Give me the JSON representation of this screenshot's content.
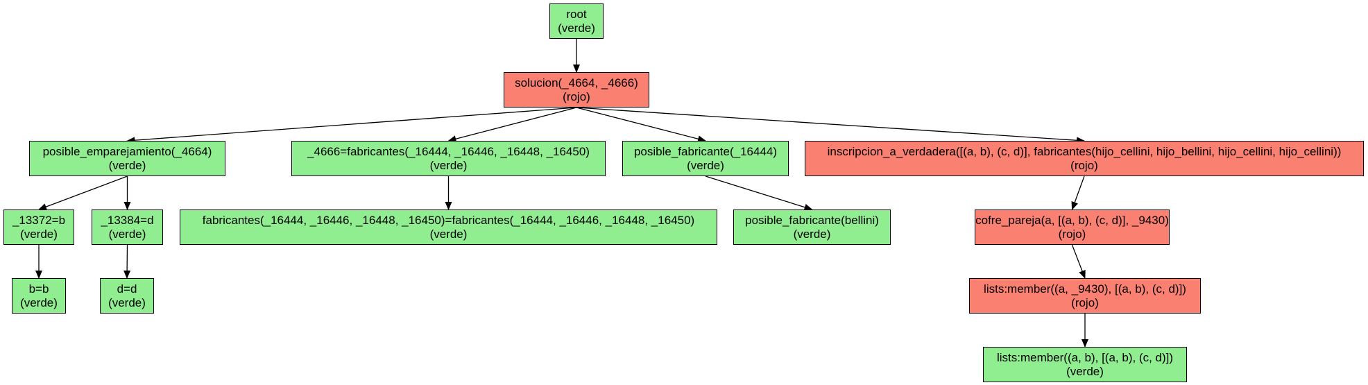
{
  "colors": {
    "verde": "#90ee90",
    "rojo": "#fa8072",
    "edge": "#000000"
  },
  "nodes": [
    {
      "id": "n0",
      "label": "root",
      "status": "(verde)"
    },
    {
      "id": "n1",
      "label": "solucion(_4664, _4666)",
      "status": "(rojo)"
    },
    {
      "id": "n2",
      "label": "posible_emparejamiento(_4664)",
      "status": "(verde)"
    },
    {
      "id": "n3",
      "label": "_4666=fabricantes(_16444, _16446, _16448, _16450)",
      "status": "(verde)"
    },
    {
      "id": "n4",
      "label": "posible_fabricante(_16444)",
      "status": "(verde)"
    },
    {
      "id": "n5",
      "label": "inscripcion_a_verdadera([(a, b), (c, d)], fabricantes(hijo_cellini, hijo_bellini, hijo_cellini, hijo_cellini))",
      "status": "(rojo)"
    },
    {
      "id": "n6",
      "label": "_13372=b",
      "status": "(verde)"
    },
    {
      "id": "n7",
      "label": "_13384=d",
      "status": "(verde)"
    },
    {
      "id": "n8",
      "label": "fabricantes(_16444, _16446, _16448, _16450)=fabricantes(_16444, _16446, _16448, _16450)",
      "status": "(verde)"
    },
    {
      "id": "n9",
      "label": "posible_fabricante(bellini)",
      "status": "(verde)"
    },
    {
      "id": "n10",
      "label": "cofre_pareja(a, [(a, b), (c, d)], _9430)",
      "status": "(rojo)"
    },
    {
      "id": "n11",
      "label": "b=b",
      "status": "(verde)"
    },
    {
      "id": "n12",
      "label": "d=d",
      "status": "(verde)"
    },
    {
      "id": "n13",
      "label": "lists:member((a, _9430), [(a, b), (c, d)])",
      "status": "(rojo)"
    },
    {
      "id": "n14",
      "label": "lists:member((a, b), [(a, b), (c, d)])",
      "status": "(verde)"
    }
  ],
  "edges": [
    [
      "n0",
      "n1"
    ],
    [
      "n1",
      "n2"
    ],
    [
      "n1",
      "n3"
    ],
    [
      "n1",
      "n4"
    ],
    [
      "n1",
      "n5"
    ],
    [
      "n2",
      "n6"
    ],
    [
      "n2",
      "n7"
    ],
    [
      "n3",
      "n8"
    ],
    [
      "n4",
      "n9"
    ],
    [
      "n5",
      "n10"
    ],
    [
      "n6",
      "n11"
    ],
    [
      "n7",
      "n12"
    ],
    [
      "n10",
      "n13"
    ],
    [
      "n13",
      "n14"
    ]
  ]
}
